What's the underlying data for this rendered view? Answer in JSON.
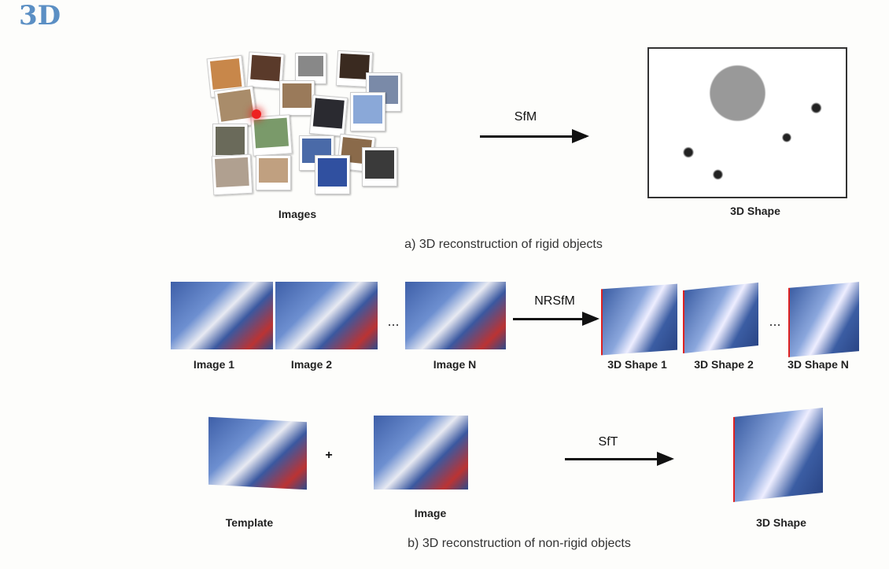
{
  "slide": {
    "title": "3D"
  },
  "rigid": {
    "images_label": "Images",
    "method": "SfM",
    "shape_label": "3D Shape",
    "caption": "a) 3D reconstruction of rigid objects"
  },
  "nonrigid": {
    "nrsfm": {
      "images": [
        "Image 1",
        "Image 2",
        "Image N"
      ],
      "ellipsis": "...",
      "method": "NRSfM",
      "shapes": [
        "3D Shape 1",
        "3D Shape 2",
        "3D Shape N"
      ]
    },
    "sft": {
      "template_label": "Template",
      "plus": "+",
      "image_label": "Image",
      "method": "SfT",
      "shape_label": "3D Shape"
    },
    "caption": "b) 3D reconstruction of non-rigid objects"
  }
}
